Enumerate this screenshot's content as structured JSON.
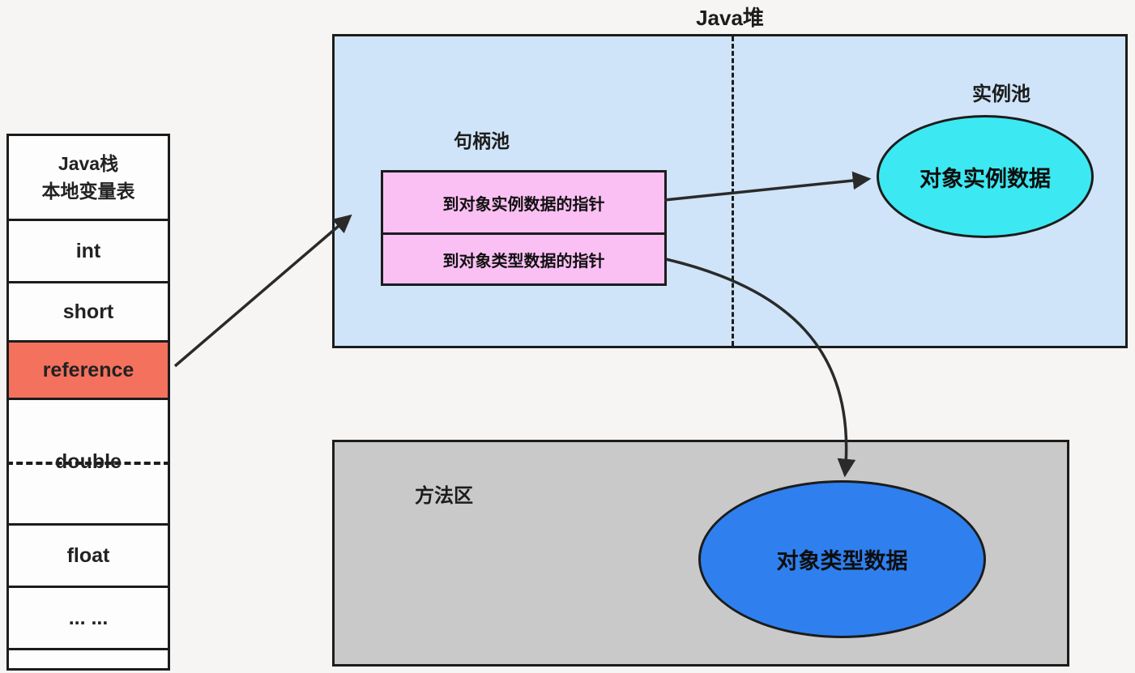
{
  "stack": {
    "header_line1": "Java栈",
    "header_line2": "本地变量表",
    "cells": [
      "int",
      "short",
      "reference",
      "double",
      "float",
      "... ..."
    ]
  },
  "heap": {
    "title": "Java堆",
    "handle_pool_label": "句柄池",
    "instance_pool_label": "实例池",
    "handle1": "到对象实例数据的指针",
    "handle2": "到对象类型数据的指针",
    "instance_data": "对象实例数据"
  },
  "method_area": {
    "label": "方法区",
    "type_data": "对象类型数据"
  },
  "colors": {
    "page_bg": "#f6f5f3",
    "reference_bg": "#f4715d",
    "heap_bg": "#cfe4f8",
    "handle_bg": "#fbc0f3",
    "instance_fill": "#3ce9f2",
    "type_fill": "#2f80ee",
    "method_bg": "#c9c9c9"
  }
}
